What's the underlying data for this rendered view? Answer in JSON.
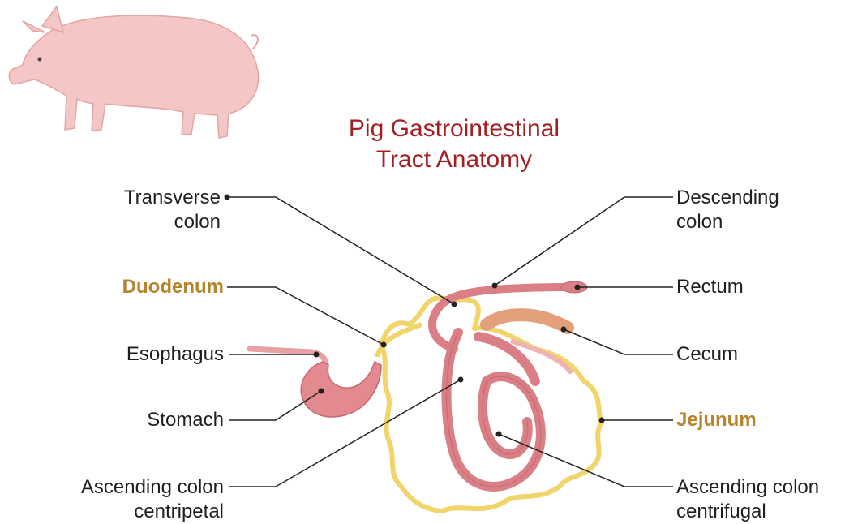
{
  "title": {
    "line1": "Pig Gastrointestinal",
    "line2": "Tract Anatomy"
  },
  "labels": {
    "transverse_colon": [
      "Transverse",
      "colon"
    ],
    "duodenum": "Duodenum",
    "esophagus": "Esophagus",
    "stomach": "Stomach",
    "ascending_colon_centripetal": [
      "Ascending colon",
      "centripetal"
    ],
    "descending_colon": [
      "Descending",
      "colon"
    ],
    "rectum": "Rectum",
    "cecum": "Cecum",
    "jejunum": "Jejunum",
    "ascending_colon_centrifugal": [
      "Ascending colon",
      "centrifugal"
    ]
  },
  "colors": {
    "title": "#a31f23",
    "highlight_label": "#b5852d",
    "small_intestine": "#f1d46a",
    "colon": "#d97f85",
    "stomach": "#e28a8f",
    "cecum": "#e3a07a",
    "pig": "#f4c6c6"
  }
}
